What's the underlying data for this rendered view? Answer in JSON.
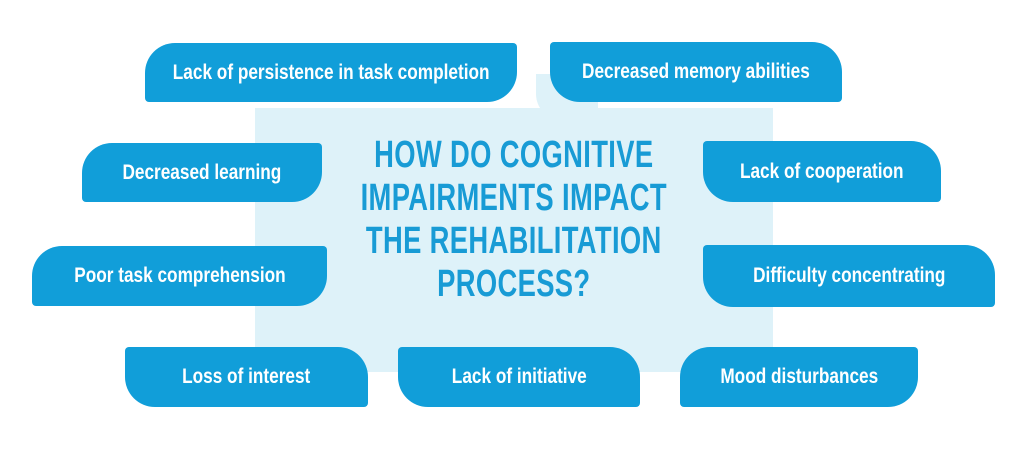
{
  "title": {
    "lines": [
      "HOW DO COGNITIVE",
      "IMPAIRMENTS IMPACT",
      "THE REHABILITATION",
      "PROCESS?"
    ],
    "full_text": "HOW DO COGNITIVE IMPAIRMENTS IMPACT THE REHABILITATION PROCESS?",
    "color": "#189bd5"
  },
  "boxes": [
    {
      "label": "Lack of persistence in task completion",
      "position": "top-left"
    },
    {
      "label": "Decreased memory abilities",
      "position": "top-right"
    },
    {
      "label": "Decreased learning",
      "position": "mid-left-1"
    },
    {
      "label": "Lack of cooperation",
      "position": "mid-right-1"
    },
    {
      "label": "Poor task comprehension",
      "position": "mid-left-2"
    },
    {
      "label": "Difficulty concentrating",
      "position": "mid-right-2"
    },
    {
      "label": "Loss of interest",
      "position": "bottom-left"
    },
    {
      "label": "Lack of initiative",
      "position": "bottom-center"
    },
    {
      "label": "Mood disturbances",
      "position": "bottom-right"
    }
  ],
  "colors": {
    "box_fill": "#119ed9",
    "box_text": "#ffffff",
    "panel_background": "#def2f9",
    "page_background": "#ffffff",
    "title_text": "#189bd5"
  }
}
